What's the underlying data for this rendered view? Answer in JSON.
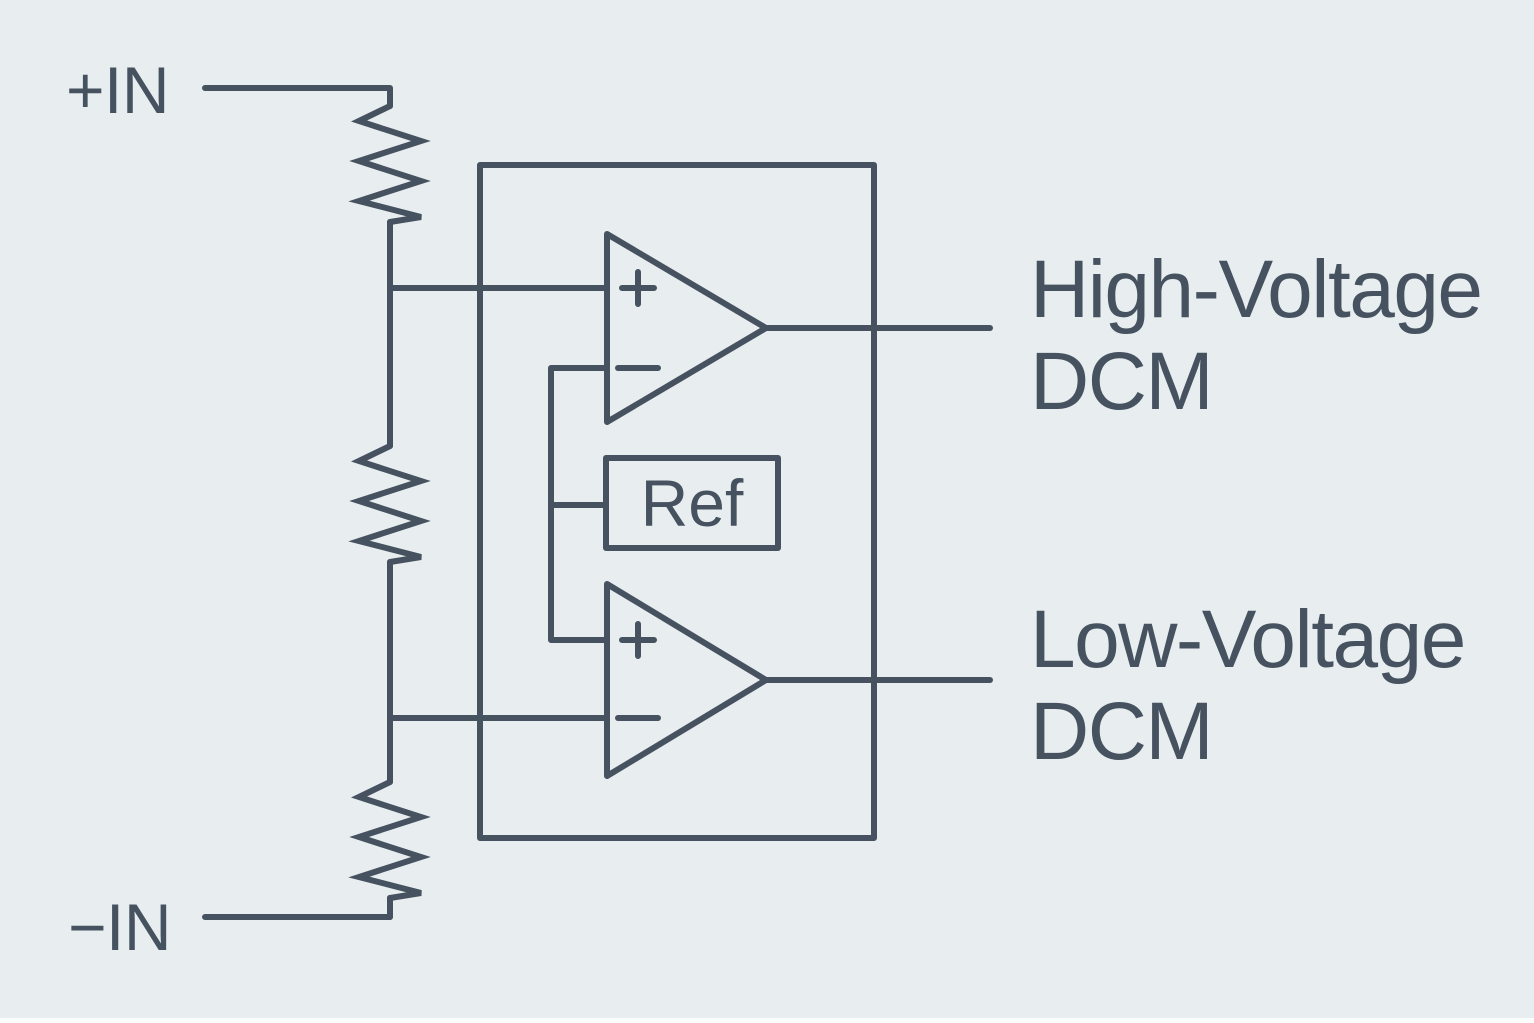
{
  "colors": {
    "background": "#E8EEF0",
    "line": "#46525F",
    "bottom_edge": "#FBFDFD"
  },
  "inputs": [
    {
      "label": "+IN"
    },
    {
      "label": "−IN"
    }
  ],
  "outputs": [
    {
      "line1": "High-Voltage",
      "line2": "DCM"
    },
    {
      "line1": "Low-Voltage",
      "line2": "DCM"
    }
  ],
  "blocks": {
    "reference": {
      "label": "Ref"
    }
  },
  "comparators": [
    {
      "name": "high-voltage-comparator",
      "noninverting_mark": "+",
      "inverting_mark": "−"
    },
    {
      "name": "low-voltage-comparator",
      "noninverting_mark": "+",
      "inverting_mark": "−"
    }
  ]
}
